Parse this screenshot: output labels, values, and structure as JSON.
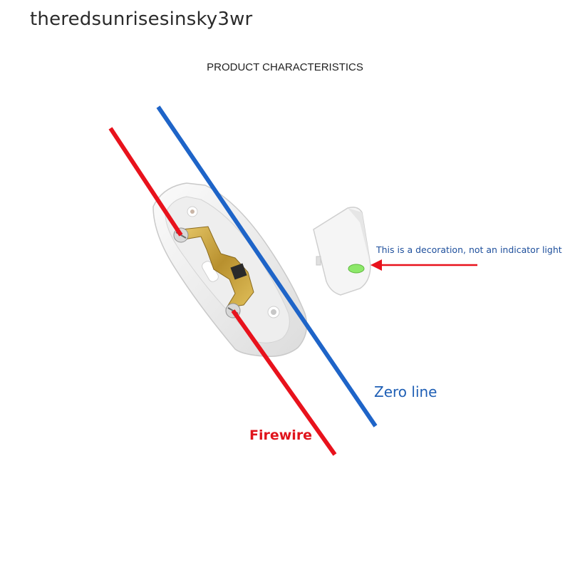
{
  "watermark": "theredsunrisesinsky3wr",
  "heading": "PRODUCT CHARACTERISTICS",
  "annotations": {
    "indicator_note": "This is a decoration, not an indicator light",
    "zero_line": "Zero line",
    "firewire": "Firewire"
  },
  "colors": {
    "firewire": "#e8121c",
    "zero_line": "#1e64c8",
    "switch_body": "#f4f4f4",
    "brass": "#c8a33e",
    "decoration_light": "#8de86a"
  }
}
